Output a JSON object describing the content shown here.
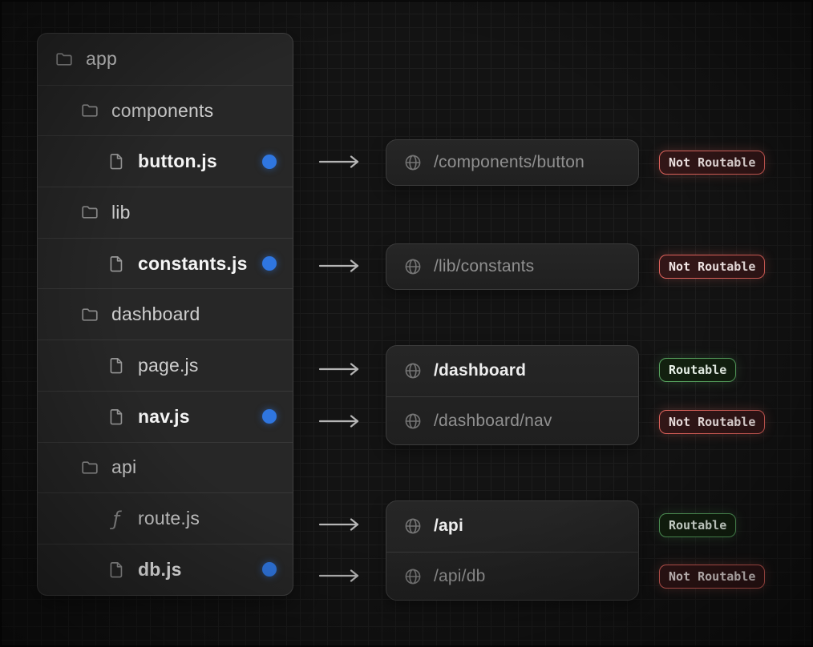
{
  "tree": {
    "rows": [
      {
        "label": "app",
        "type": "folder",
        "level": 0,
        "bold": false,
        "dot": false
      },
      {
        "label": "components",
        "type": "folder",
        "level": 1,
        "bold": false,
        "dot": false
      },
      {
        "label": "button.js",
        "type": "file",
        "level": 2,
        "bold": true,
        "dot": true
      },
      {
        "label": "lib",
        "type": "folder",
        "level": 1,
        "bold": false,
        "dot": false
      },
      {
        "label": "constants.js",
        "type": "file",
        "level": 2,
        "bold": true,
        "dot": true
      },
      {
        "label": "dashboard",
        "type": "folder",
        "level": 1,
        "bold": false,
        "dot": false
      },
      {
        "label": "page.js",
        "type": "file",
        "level": 2,
        "bold": false,
        "dot": false
      },
      {
        "label": "nav.js",
        "type": "file",
        "level": 2,
        "bold": true,
        "dot": true
      },
      {
        "label": "api",
        "type": "folder",
        "level": 1,
        "bold": false,
        "dot": false
      },
      {
        "label": "route.js",
        "type": "function",
        "level": 2,
        "bold": false,
        "dot": false
      },
      {
        "label": "db.js",
        "type": "file",
        "level": 2,
        "bold": true,
        "dot": true
      }
    ]
  },
  "mappings": [
    {
      "url": "/components/button",
      "badge": "Not Routable",
      "routable": false
    },
    {
      "url": "/lib/constants",
      "badge": "Not Routable",
      "routable": false
    },
    {
      "url": "/dashboard",
      "badge": "Routable",
      "routable": true
    },
    {
      "url": "/dashboard/nav",
      "badge": "Not Routable",
      "routable": false
    },
    {
      "url": "/api",
      "badge": "Routable",
      "routable": true
    },
    {
      "url": "/api/db",
      "badge": "Not Routable",
      "routable": false
    }
  ],
  "icons": {
    "folder": "folder-icon",
    "file": "file-icon",
    "function": "function-icon",
    "globe": "globe-icon",
    "arrow": "arrow-right-icon",
    "dot": "colocation-dot"
  },
  "function_glyph": "ƒ",
  "colors": {
    "background": "#131313",
    "grid_line": "#1d1d1d",
    "panel_bg": "#272727",
    "box_bg": "#232323",
    "blue_dot": "#2f76e0",
    "routable_green": "#57a35f",
    "not_routable_red": "#e0635c",
    "text_bright": "#f5f5f5",
    "text_muted": "#909090"
  }
}
